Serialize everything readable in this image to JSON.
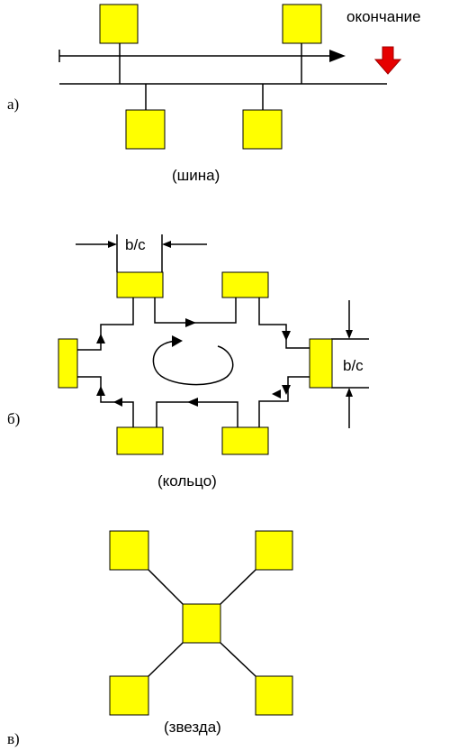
{
  "colors": {
    "node_fill": "#ffff00",
    "line": "#000000",
    "end_arrow": "#e60000",
    "background": "#ffffff"
  },
  "bus": {
    "marker": "а)",
    "caption": "(шина)",
    "end_label": "окончание",
    "end_icon": "red-down-arrow-icon"
  },
  "ring": {
    "marker": "б)",
    "caption": "(кольцо)",
    "width_label_top": "b/c",
    "width_label_right": "b/c"
  },
  "star": {
    "marker": "в)",
    "caption": "(звезда)"
  }
}
